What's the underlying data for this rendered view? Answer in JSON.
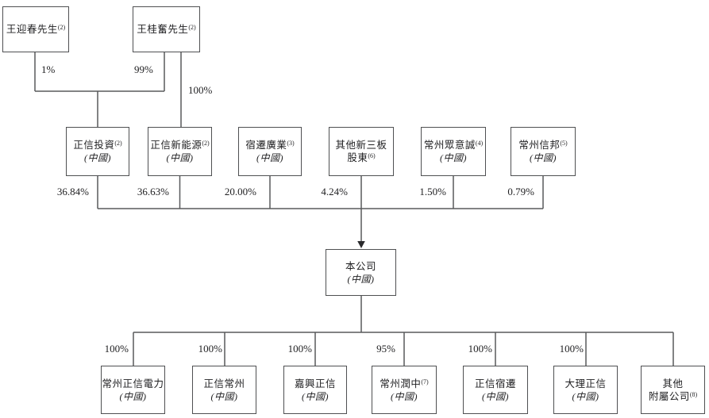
{
  "diagram": {
    "top_nodes": [
      {
        "name": "王迎春先生",
        "sup": "(2)"
      },
      {
        "name": "王桂奮先生",
        "sup": "(2)"
      }
    ],
    "edge_labels": {
      "wyc_to_zx_investment": "1%",
      "wgf_to_zx_investment": "99%",
      "wgf_to_zx_new_energy": "100%"
    },
    "mid_nodes": [
      {
        "name": "正信投資",
        "sup": "(2)",
        "region": "(中國)",
        "stake": "36.84%"
      },
      {
        "name": "正信新能源",
        "sup": "(2)",
        "region": "(中國)",
        "stake": "36.63%"
      },
      {
        "name": "宿遷廣業",
        "sup": "(3)",
        "region": "(中國)",
        "stake": "20.00%"
      },
      {
        "name": "其他新三板\n股東",
        "sup": "(6)",
        "stake": "4.24%"
      },
      {
        "name": "常州眾意誠",
        "sup": "(4)",
        "region": "(中國)",
        "stake": "1.50%"
      },
      {
        "name": "常州信邦",
        "sup": "(5)",
        "region": "(中國)",
        "stake": "0.79%"
      }
    ],
    "company_node": {
      "name": "本公司",
      "region": "(中國)"
    },
    "bottom_nodes": [
      {
        "name": "常州正信電力",
        "region": "(中國)",
        "stake": "100%"
      },
      {
        "name": "正信常州",
        "region": "(中國)",
        "stake": "100%"
      },
      {
        "name": "嘉興正信",
        "region": "(中國)",
        "stake": "100%"
      },
      {
        "name": "常州潤中",
        "sup": "(7)",
        "region": "(中國)",
        "stake": "95%"
      },
      {
        "name": "正信宿遷",
        "region": "(中國)",
        "stake": "100%"
      },
      {
        "name": "大理正信",
        "region": "(中國)",
        "stake": "100%"
      },
      {
        "name": "其他\n附屬公司",
        "sup": "(8)"
      }
    ]
  }
}
